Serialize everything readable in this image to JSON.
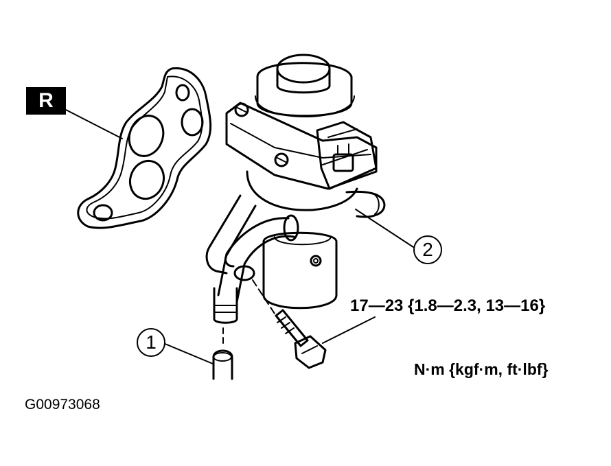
{
  "figure": {
    "id_label": "G00973068",
    "replace_badge": "R",
    "callouts": [
      {
        "number": "1",
        "part": "hose"
      },
      {
        "number": "2",
        "part": "valve"
      }
    ],
    "torque_spec": "17—23 {1.8—2.3, 13—16}",
    "torque_units": "N·m {kgf·m, ft·lbf}"
  },
  "colors": {
    "ink": "#000000",
    "paper": "#ffffff"
  }
}
